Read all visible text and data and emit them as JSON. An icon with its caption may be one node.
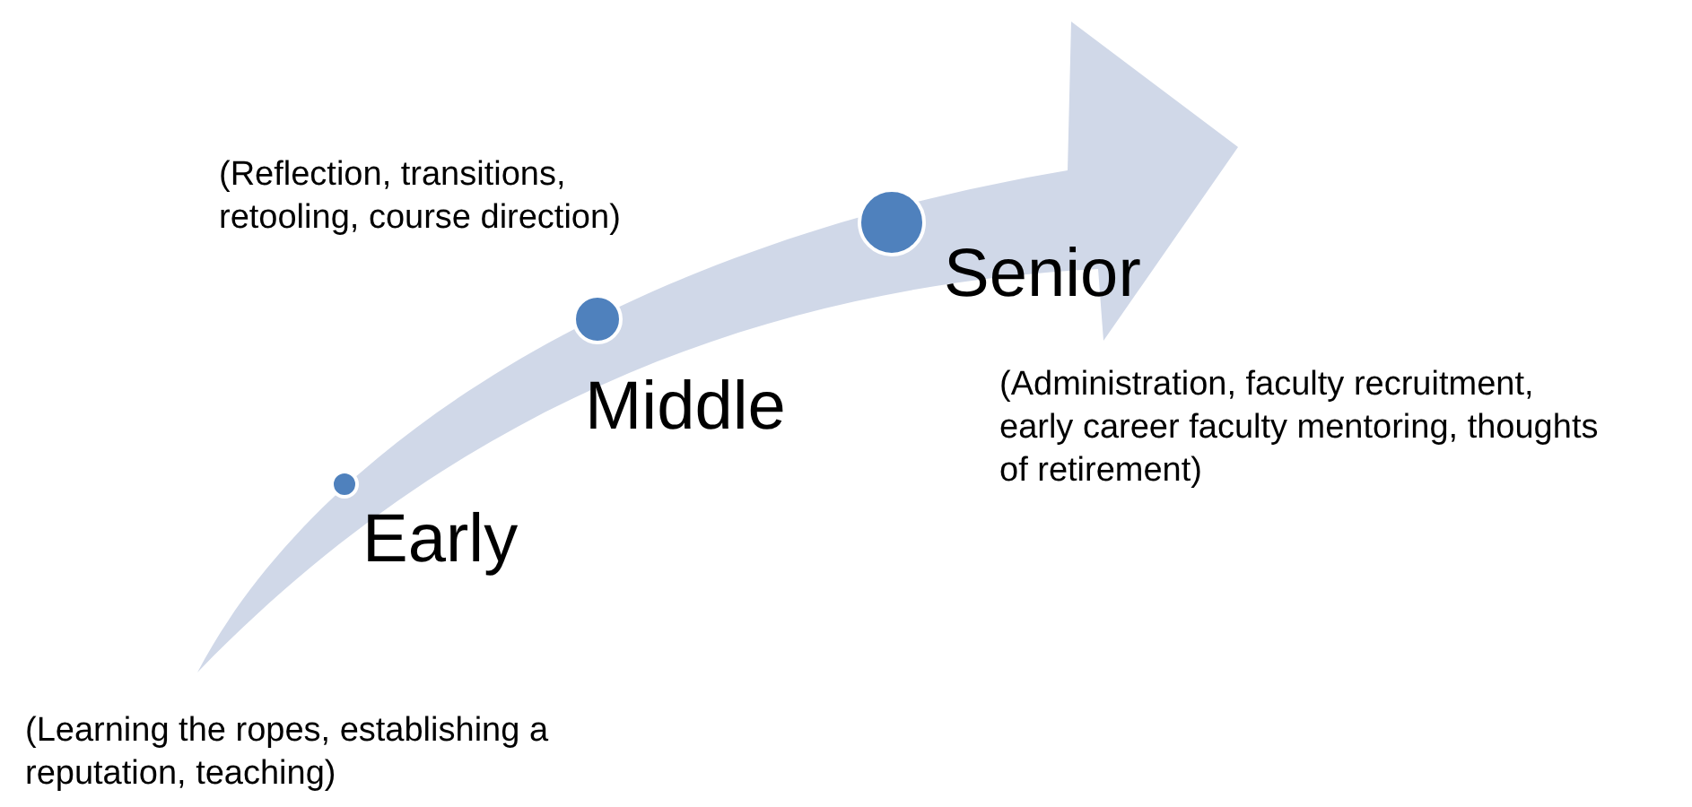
{
  "diagram": {
    "nodes": [
      {
        "text": [
          "Early"
        ]
      },
      {
        "text": [
          "Middle"
        ]
      },
      {
        "text": [
          "Senior"
        ]
      }
    ],
    "edges": [],
    "labels": [
      "(Reflection, transitions, retooling, course direction)",
      "(Administration, faculty recruitment, early career faculty mentoring, thoughts of retirement)",
      "(Learning the ropes, establishing a reputation, teaching)"
    ]
  }
}
